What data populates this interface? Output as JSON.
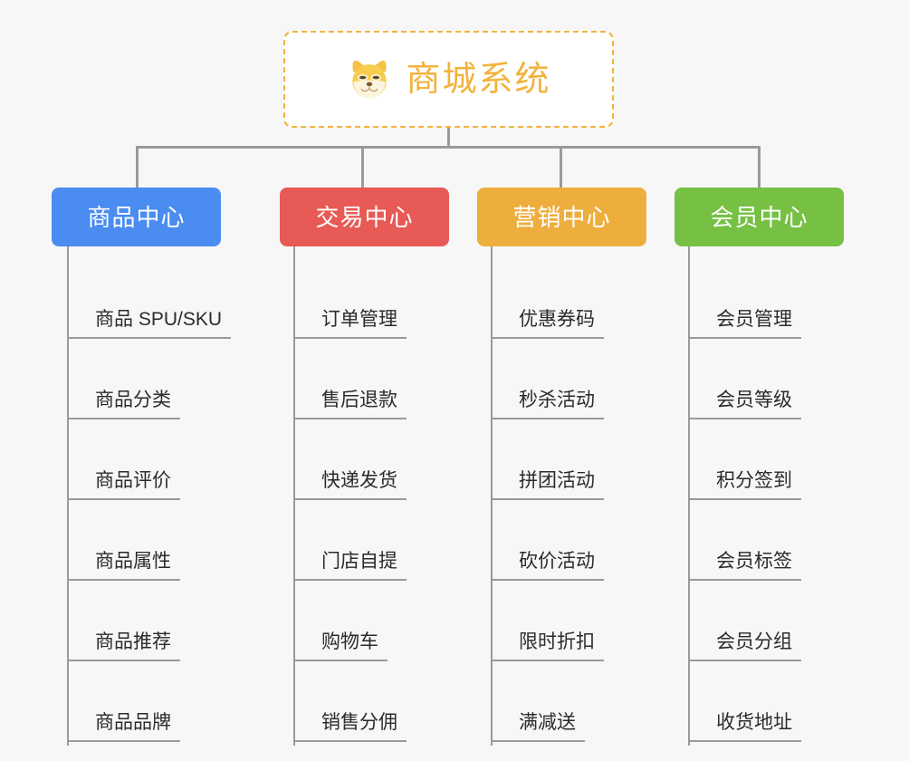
{
  "root": {
    "icon": "shiba-dog-face-icon",
    "title": "商城系统",
    "border_color": "#f2b33d",
    "text_color": "#f2b33d",
    "background": "#ffffff"
  },
  "canvas": {
    "background": "#f7f7f7",
    "connector_color": "#9a9a9a"
  },
  "columns": [
    {
      "title": "商品中心",
      "color": "#4a8cf0",
      "items": [
        "商品 SPU/SKU",
        "商品分类",
        "商品评价",
        "商品属性",
        "商品推荐",
        "商品品牌"
      ]
    },
    {
      "title": "交易中心",
      "color": "#e85a55",
      "items": [
        "订单管理",
        "售后退款",
        "快递发货",
        "门店自提",
        "购物车",
        "销售分佣"
      ]
    },
    {
      "title": "营销中心",
      "color": "#eeae3e",
      "items": [
        "优惠券码",
        "秒杀活动",
        "拼团活动",
        "砍价活动",
        "限时折扣",
        "满减送"
      ]
    },
    {
      "title": "会员中心",
      "color": "#76c043",
      "items": [
        "会员管理",
        "会员等级",
        "积分签到",
        "会员标签",
        "会员分组",
        "收货地址"
      ]
    }
  ]
}
